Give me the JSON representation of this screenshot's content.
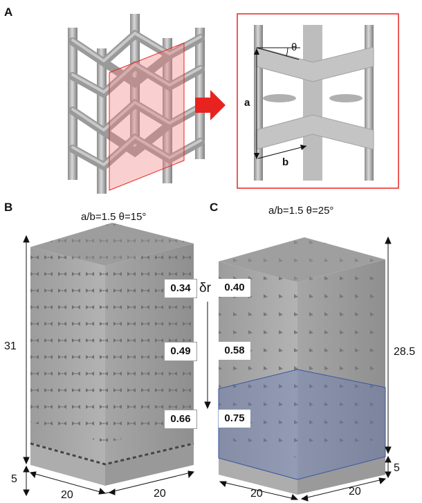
{
  "panels": {
    "A": {
      "letter": "A",
      "theta": "θ",
      "a": "a",
      "b": "b"
    },
    "B": {
      "letter": "B",
      "caption": "a/b=1.5 θ=15°",
      "height": "31",
      "base": "5",
      "width1": "20",
      "width2": "20"
    },
    "C": {
      "letter": "C",
      "caption": "a/b=1.5 θ=25°",
      "height": "28.5",
      "base": "5",
      "width1": "20",
      "width2": "20"
    }
  },
  "delta_r": {
    "label": "δr",
    "left_values": [
      "0.34",
      "0.49",
      "0.66"
    ],
    "right_values": [
      "0.40",
      "0.58",
      "0.75"
    ]
  },
  "colors": {
    "arrow": "#e8231f",
    "cut_plane": "#f08080",
    "lattice_gray": "#a9a9a9",
    "highlight_blue": "#4a62a6"
  }
}
